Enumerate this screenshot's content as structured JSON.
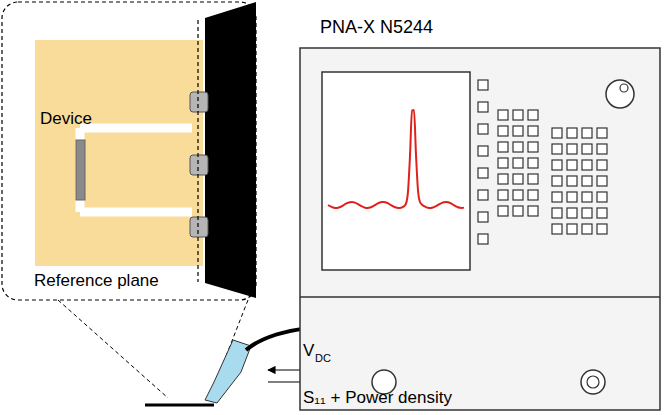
{
  "diagram": {
    "nodes": [
      {
        "text": [
          "Device",
          "Reference plane"
        ]
      },
      {
        "text": [
          "PNA-X N5244"
        ]
      }
    ],
    "labels": [
      "V",
      "DC",
      "S₁₁ + Power density"
    ]
  }
}
